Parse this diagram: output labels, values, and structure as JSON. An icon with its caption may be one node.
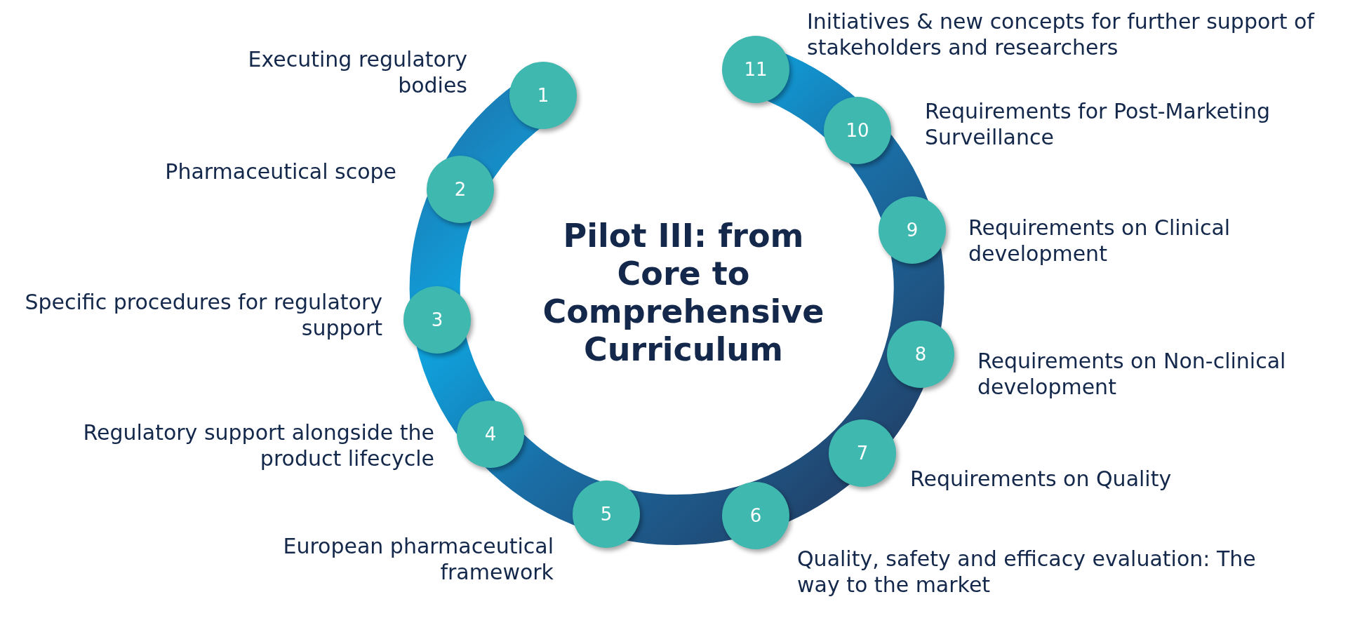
{
  "diagram": {
    "title": "Pilot III: from Core to Comprehensive Curriculum",
    "nodes": [
      {
        "text": [
          "1"
        ],
        "beside": [
          "Executing regulatory bodies"
        ]
      },
      {
        "text": [
          "2"
        ],
        "beside": [
          "Pharmaceutical scope"
        ]
      },
      {
        "text": [
          "3"
        ],
        "beside": [
          "Specific procedures for regulatory support"
        ]
      },
      {
        "text": [
          "4"
        ],
        "beside": [
          "Regulatory support alongside the product lifecycle"
        ]
      },
      {
        "text": [
          "5"
        ],
        "beside": [
          "European pharmaceutical framework"
        ]
      },
      {
        "text": [
          "6"
        ],
        "beside": [
          "Quality, safety and efficacy evaluation: The way to the market"
        ]
      },
      {
        "text": [
          "7"
        ],
        "beside": [
          "Requirements on Quality"
        ]
      },
      {
        "text": [
          "8"
        ],
        "beside": [
          "Requirements on Non-clinical development"
        ]
      },
      {
        "text": [
          "9"
        ],
        "beside": [
          "Requirements on Clinical development"
        ]
      },
      {
        "text": [
          "10"
        ],
        "beside": [
          "Requirements for Post-Marketing Surveillance"
        ]
      },
      {
        "text": [
          "11"
        ],
        "beside": [
          "Initiatives & new concepts for further support of stakeholders and researchers"
        ]
      }
    ]
  }
}
